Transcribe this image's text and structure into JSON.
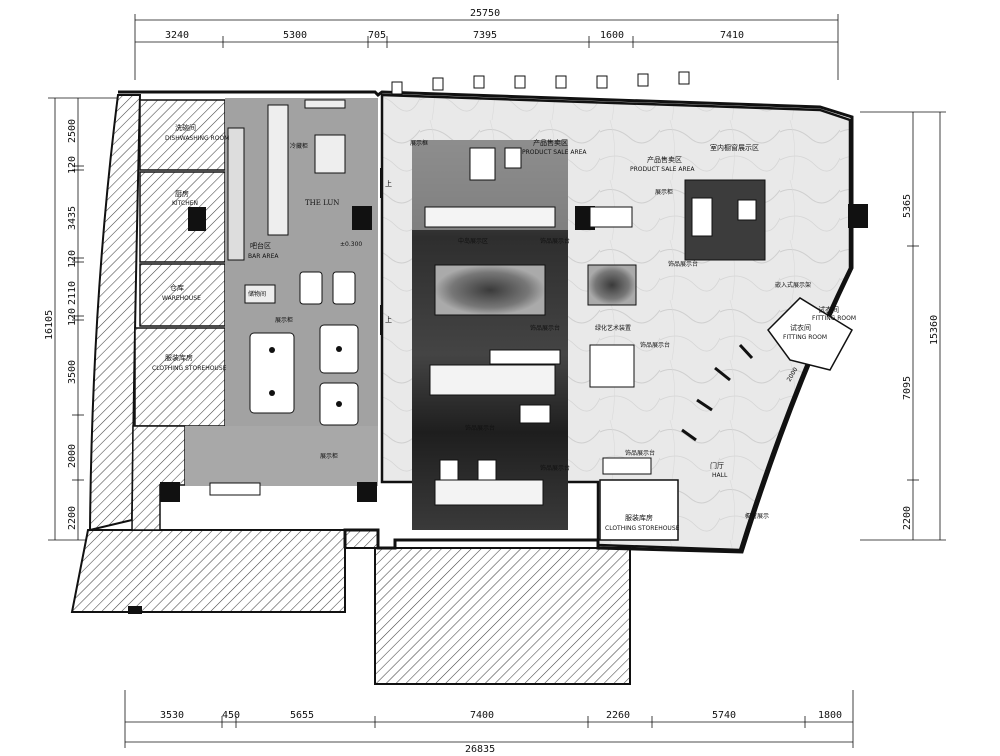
{
  "dimensions": {
    "top_total": "25750",
    "top_segments": [
      "3240",
      "5300",
      "705",
      "7395",
      "1600",
      "7410"
    ],
    "bottom_total": "26835",
    "bottom_segments": [
      "3530",
      "450",
      "5655",
      "7400",
      "2260",
      "5740",
      "1800"
    ],
    "left_total": "16105",
    "left_segments": [
      "2500",
      "120",
      "3435",
      "120",
      "2110",
      "120",
      "3500",
      "2000",
      "2200"
    ],
    "right_outer": "15360",
    "right_inner": [
      "5365",
      "7095",
      "2200"
    ],
    "fitting_room_dim": "2000"
  },
  "rooms": {
    "dressing": {
      "cn": "洗碗间",
      "en": "DISHWASHING ROOM"
    },
    "kitchen": {
      "cn": "厨房",
      "en": "KITCHEN"
    },
    "warehouse": {
      "cn": "仓库",
      "en": "WAREHOUSE"
    },
    "clothing_store_left": {
      "cn": "服装库房",
      "en": "CLOTHING STOREHOUSE"
    },
    "bar": {
      "cn": "吧台区",
      "en": "BAR AREA"
    },
    "the_lun": "THE LUN",
    "sale_area_1": {
      "cn": "产品售卖区",
      "en": "PRODUCT SALE AREA"
    },
    "sale_area_2": {
      "cn": "产品售卖区",
      "en": "PRODUCT SALE AREA"
    },
    "window_display": "室内橱窗展示区",
    "island": "中岛展示区",
    "fitting_1": {
      "cn": "试衣间",
      "en": "FITTING ROOM"
    },
    "fitting_2": {
      "cn": "试衣间",
      "en": "FITTING ROOM"
    },
    "hall": {
      "cn": "门厅",
      "en": "HALL"
    },
    "clothing_store_right": {
      "cn": "服装库房",
      "en": "CLOTHING STOREHOUSE"
    }
  },
  "labels": {
    "display_rack_1": "展示柜",
    "display_rack_2": "展示柜",
    "display_rack_3": "展示柜",
    "display_rack_4": "展示柜",
    "display_stand_1": "饰品展示台",
    "display_stand_2": "饰品展示台",
    "display_stand_3": "饰品展示台",
    "display_stand_4": "饰品展示台",
    "display_stand_5": "饰品展示台",
    "display_stand_6": "饰品展示台",
    "display_stand_7": "饰品展示台",
    "greenery": "绿化艺术装置",
    "embedded_rack": "嵌入式展示架",
    "window_show": "橱窗展示",
    "display_frame": "展示框",
    "up_1": "上",
    "up_2": "上",
    "cold_cabinet": "冷藏柜",
    "level": "±0.300",
    "shelf_text": "货架",
    "pantry": "储物间"
  },
  "colors": {
    "bar_floor": "#9a9a9a",
    "island_dark": "#1e1e1e",
    "marble": "#e6e6e6",
    "hatch": "#555555",
    "wall": "#111111"
  }
}
